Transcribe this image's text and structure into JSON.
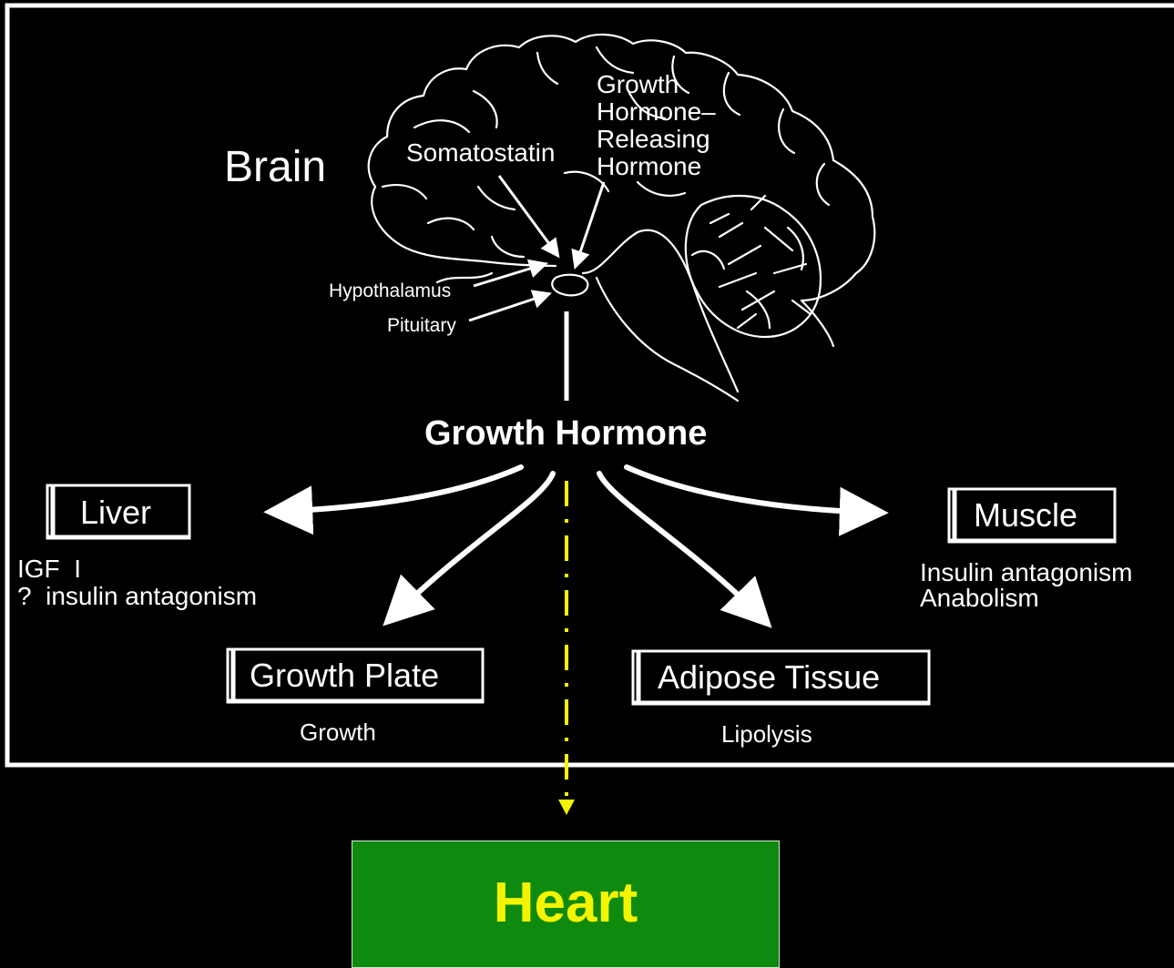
{
  "colors": {
    "background": "#000000",
    "frame": "#ffffff",
    "dashed_arrow": "#f4f400",
    "heart_fill": "#0e8a0e",
    "heart_text": "#f4f400"
  },
  "labels": {
    "brain": "Brain",
    "somatostatin": "Somatostatin",
    "ghrh_lines": [
      "Growth",
      "Hormone–",
      "Releasing",
      "Hormone"
    ],
    "hypothalamus": "Hypothalamus",
    "pituitary": "Pituitary",
    "growth_hormone": "Growth Hormone"
  },
  "targets": {
    "liver": {
      "name": "Liver",
      "effects": [
        "IGF  I",
        "?  insulin antagonism"
      ]
    },
    "muscle": {
      "name": "Muscle",
      "effects": [
        "Insulin antagonism",
        "Anabolism"
      ]
    },
    "growth_plate": {
      "name": "Growth Plate",
      "effect": "Growth"
    },
    "adipose": {
      "name": "Adipose Tissue",
      "effect": "Lipolysis"
    }
  },
  "heart": {
    "label": "Heart"
  }
}
